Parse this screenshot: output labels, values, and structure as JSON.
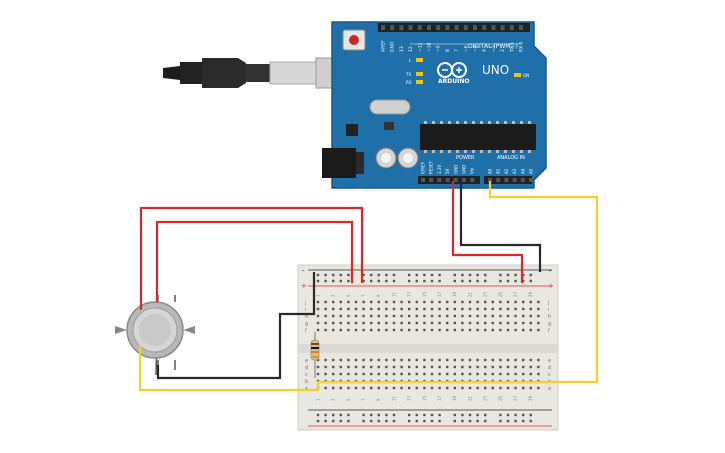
{
  "arduino": {
    "brand": "ARDUINO",
    "model": "UNO",
    "digital_header": "DIGITAL (PWM~)",
    "power_header": "POWER",
    "analog_header": "ANALOG IN",
    "led_labels": [
      "L",
      "TX",
      "RX"
    ],
    "on_label": "ON",
    "digital_pins": [
      "AREF",
      "GND",
      "13",
      "12",
      "~11",
      "~10",
      "~9",
      "8",
      "7",
      "~6",
      "~5",
      "4",
      "~3",
      "2",
      "TX 1",
      "RX 0"
    ],
    "power_pins": [
      "IOREF",
      "RESET",
      "3.3V",
      "5V",
      "GND",
      "GND",
      "Vin"
    ],
    "analog_pins": [
      "A0",
      "A1",
      "A2",
      "A3",
      "A4",
      "A5"
    ]
  },
  "breadboard": {
    "rail_plus": "+",
    "rail_minus": "-",
    "top_row_letters": [
      "j",
      "i",
      "h",
      "g",
      "f"
    ],
    "bottom_row_letters": [
      "e",
      "d",
      "c",
      "b",
      "a"
    ],
    "column_numbers": [
      "1",
      "",
      "3",
      "",
      "5",
      "",
      "7",
      "",
      "9",
      "",
      "11",
      "",
      "13",
      "",
      "15",
      "",
      "17",
      "",
      "19",
      "",
      "21",
      "",
      "23",
      "",
      "25",
      "",
      "27",
      "",
      "29",
      ""
    ]
  },
  "colors": {
    "board_blue": "#1f6fa8",
    "wire_red": "#d8282a",
    "wire_black": "#2a2a2a",
    "wire_yellow": "#f0d22a",
    "breadboard": "#e9e7e2"
  }
}
